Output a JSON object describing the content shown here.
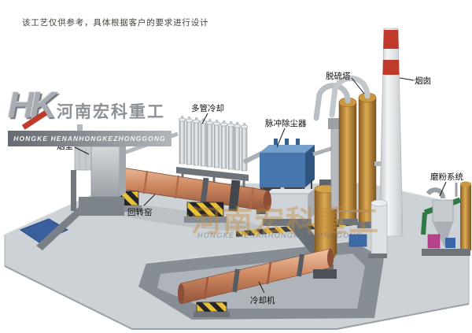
{
  "disclaimer": "该工艺仅供参考，具体根据客户的要求进行设计",
  "logo": {
    "monogram": "HK",
    "company_cn": "河南宏科重工",
    "company_en": "HONGKE HENANHONGKEZHONGGONG"
  },
  "watermark": {
    "text_cn": "河南宏科重工",
    "text_en": "HONGKE HENANHONGKEZHONGGONG"
  },
  "labels": {
    "smoke_chamber": "烟室",
    "multi_tube_cooler": "多管冷却",
    "pulse_dust_collector": "脉冲除尘器",
    "desulfurization_tower": "脱硫塔",
    "chimney": "烟囱",
    "grinding_system": "磨粉系统",
    "rotary_kiln": "回转窑",
    "cooling_machine": "冷却机"
  },
  "colors": {
    "kiln_salmon": "#cf8763",
    "dust_collector_blue": "#4577ac",
    "tower_tan": "#c8923f",
    "chimney_red": "#bf3a2b",
    "ground_gray": "#cdd2d6",
    "watermark_orange": "#c58a39"
  }
}
